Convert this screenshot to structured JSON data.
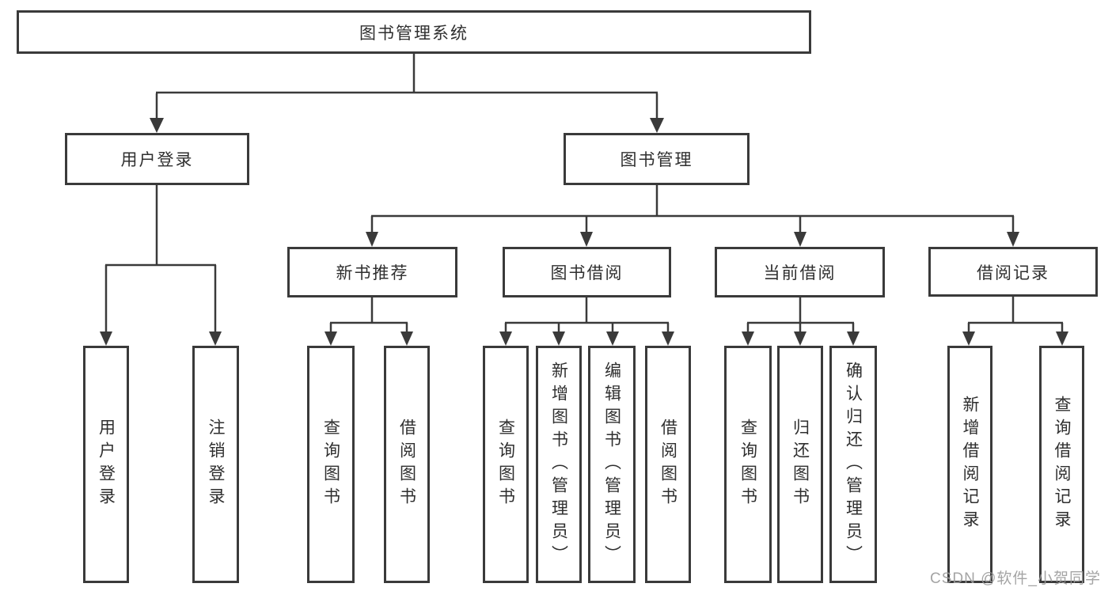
{
  "diagram": {
    "tree": {
      "label": "图书管理系统",
      "children": [
        {
          "label": "用户登录",
          "children": [
            {
              "label": "用户登录"
            },
            {
              "label": "注销登录"
            }
          ]
        },
        {
          "label": "图书管理",
          "children": [
            {
              "label": "新书推荐",
              "children": [
                {
                  "label": "查询图书"
                },
                {
                  "label": "借阅图书"
                }
              ]
            },
            {
              "label": "图书借阅",
              "children": [
                {
                  "label": "查询图书"
                },
                {
                  "label": "新增图书（管理员）"
                },
                {
                  "label": "编辑图书（管理员）"
                },
                {
                  "label": "借阅图书"
                }
              ]
            },
            {
              "label": "当前借阅",
              "children": [
                {
                  "label": "查询图书"
                },
                {
                  "label": "归还图书"
                },
                {
                  "label": "确认归还（管理员）"
                }
              ]
            },
            {
              "label": "借阅记录",
              "children": [
                {
                  "label": "新增借阅记录"
                },
                {
                  "label": "查询借阅记录"
                }
              ]
            }
          ]
        }
      ]
    },
    "watermark": "CSDN @软件_小贺同学",
    "colors": {
      "line": "#3a3a3a",
      "box_border": "#3a3a3a",
      "text": "#2f2f2f",
      "background": "#ffffff",
      "watermark": "#9b9b9b"
    }
  }
}
